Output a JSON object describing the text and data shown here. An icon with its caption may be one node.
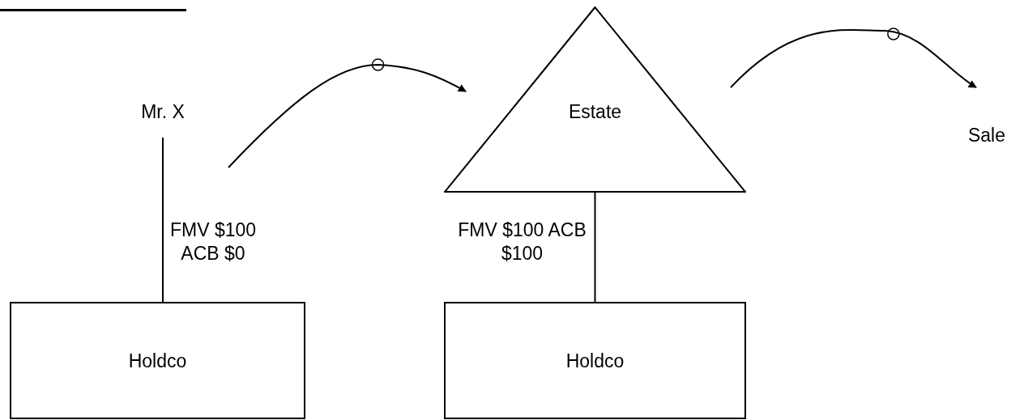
{
  "diagram": {
    "nodes": [
      {
        "text": [
          "Mr. X"
        ]
      },
      {
        "text": [
          "Holdco"
        ]
      },
      {
        "text": [
          "Estate"
        ]
      },
      {
        "text": [
          "Holdco"
        ]
      },
      {
        "text": [
          "Sale"
        ]
      }
    ],
    "edges": [
      {
        "from": 0,
        "to": 1,
        "arrow": "none",
        "label": "FMV $100 ACB $0"
      },
      {
        "from": 0,
        "to": 2,
        "arrow": "to"
      },
      {
        "from": 2,
        "to": 3,
        "arrow": "none",
        "label": "FMV $100 ACB $100"
      },
      {
        "from": 2,
        "to": 4,
        "arrow": "to"
      }
    ]
  }
}
